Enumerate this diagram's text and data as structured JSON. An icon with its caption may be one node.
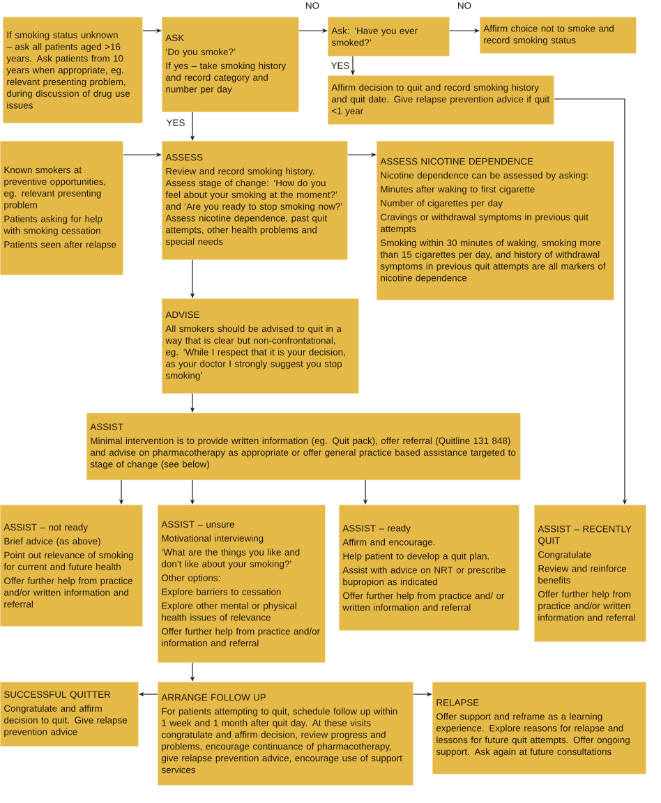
{
  "diagram": {
    "nodes": [
      {
        "text": [
          "If smoking status unknown – ask all patients aged >16 years. Ask patients from 10 years when appropriate, eg. relevant presenting problem, during discussion of drug use issues"
        ]
      },
      {
        "text": [
          "ASK",
          "‘Do you smoke?’",
          "If yes – take smoking history and record category and number per day"
        ]
      },
      {
        "text": [
          "Ask: ‘Have you ever smoked?’"
        ]
      },
      {
        "text": [
          "Affirm choice not to smoke and record smoking status"
        ]
      },
      {
        "text": [
          "Affirm decision to quit and record smoking history and quit date. Give relapse prevention advice if quit <1 year"
        ]
      },
      {
        "text": [
          "Known smokers at preventive opportunities, eg. relevant presenting problem",
          "Patients asking for help with smoking cessation",
          "Patients seen after relapse"
        ]
      },
      {
        "text": [
          "ASSESS",
          "Review and record smoking history. Assess stage of change: ‘How do you feel about your smoking at the moment?’ and ‘Are you ready to stop smoking now?’ Assess nicotine dependence, past quit attempts, other health problems and special needs"
        ]
      },
      {
        "text": [
          "ASSESS NICOTINE DEPENDENCE",
          "Nicotine dependence can be assessed by asking:",
          "Minutes after waking to first cigarette",
          "Number of cigarettes per day",
          "Cravings or withdrawal symptoms in previous quit attempts",
          "Smoking within 30 minutes of waking, smoking more than 15 cigarettes per day, and history of withdrawal symptoms in previous quit attempts are all markers of nicotine dependence"
        ]
      },
      {
        "text": [
          "ADVISE",
          "All smokers should be advised to quit in a way that is clear but non-confrontational, eg. ‘While I respect that it is your decision, as your doctor I strongly suggest you stop smoking’"
        ]
      },
      {
        "text": [
          "ASSIST",
          "Minimal intervention is to provide written information (eg. Quit pack), offer referral (Quitline 131 848) and advise on pharmacotherapy as appropriate or offer general practice based assistance targeted to stage of change (see below)"
        ]
      },
      {
        "text": [
          "ASSIST – not ready",
          "Brief advice (as above)",
          "Point out relevance of smoking for current and future health",
          "Offer further help from practice and/or written information and referral"
        ]
      },
      {
        "text": [
          "ASSIST – unsure",
          "Motivational interviewing",
          "‘What are the things you like and don’t like about your smoking?’",
          "Other options:",
          "Explore barriers to cessation",
          "Explore other mental or physical health issues of relevance",
          "Offer further help from practice and/or information and referral"
        ]
      },
      {
        "text": [
          "ASSIST – ready",
          "Affirm and encourage.",
          "Help patient to develop a quit plan.",
          "Assist with advice on NRT or prescribe bupropion as indicated",
          "Offer further help from practice and/ or written information and referral"
        ]
      },
      {
        "text": [
          "ASSIST – RECENTLY QUIT",
          "Congratulate",
          "Review and reinforce benefits",
          "Offer further help from practice and/or written information and referral"
        ]
      },
      {
        "text": [
          "SUCCESSFUL QUITTER",
          "Congratulate and affirm decision to quit. Give relapse prevention advice"
        ]
      },
      {
        "text": [
          "ARRANGE FOLLOW UP",
          "For patients attempting to quit, schedule follow up within 1 week and 1 month after quit day. At these visits congratulate and affirm decision, review progress and problems, encourage continuance of pharmacotherapy, give relapse prevention advice, encourage use of support services"
        ]
      },
      {
        "text": [
          "RELAPSE",
          "Offer support and reframe as a learning experience. Explore reasons for relapse and lessons for future quit attempts. Offer ongoing support. Ask again at future consultations"
        ]
      }
    ],
    "edges": [
      {
        "from": 0,
        "to": 1,
        "arrow": "to"
      },
      {
        "from": 1,
        "to": 2,
        "arrow": "to",
        "label": "NO"
      },
      {
        "from": 2,
        "to": 3,
        "arrow": "to",
        "label": "NO"
      },
      {
        "from": 2,
        "to": 4,
        "arrow": "to",
        "label": "YES"
      },
      {
        "from": 1,
        "to": 6,
        "arrow": "to",
        "label": "YES"
      },
      {
        "from": 5,
        "to": 6,
        "arrow": "to"
      },
      {
        "from": 6,
        "to": 7,
        "arrow": "to"
      },
      {
        "from": 6,
        "to": 8,
        "arrow": "to"
      },
      {
        "from": 8,
        "to": 9,
        "arrow": "to"
      },
      {
        "from": 9,
        "to": 10,
        "arrow": "to"
      },
      {
        "from": 9,
        "to": 11,
        "arrow": "to"
      },
      {
        "from": 9,
        "to": 12,
        "arrow": "to"
      },
      {
        "from": 4,
        "to": 13,
        "arrow": "to"
      },
      {
        "from": 11,
        "to": 15,
        "arrow": "to"
      },
      {
        "from": 15,
        "to": 14,
        "arrow": "to"
      },
      {
        "from": 15,
        "to": 16,
        "arrow": "to"
      }
    ]
  }
}
